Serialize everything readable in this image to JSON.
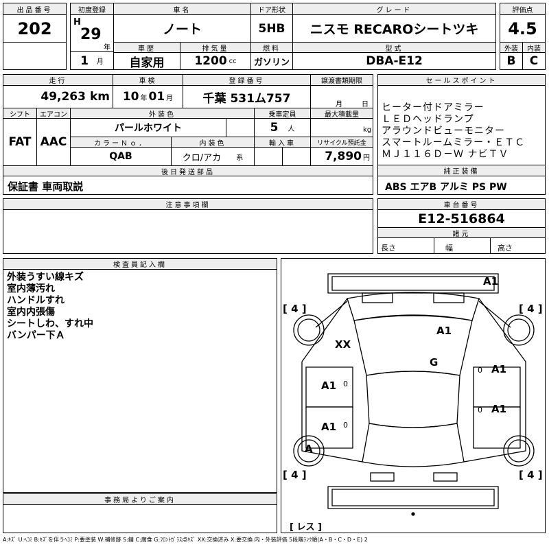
{
  "header": {
    "lot_label": "出品番号",
    "lot": "202",
    "first_reg_label": "初度登録",
    "era": "H",
    "year": "29",
    "year_unit": "年",
    "month": "1",
    "month_unit": "月",
    "car_name_label": "車名",
    "car_name": "ノート",
    "door_label": "ドア形状",
    "door": "5HB",
    "grade_label": "グレード",
    "grade": "ニスモ RECAROシートツキ",
    "score_label": "評価点",
    "score": "4.5",
    "ext_label": "外装",
    "ext": "B",
    "int_label": "内装",
    "int": "C",
    "history_label": "車歴",
    "history": "自家用",
    "displacement_label": "排気量",
    "displacement": "1200",
    "displacement_unit": "cc",
    "fuel_label": "燃料",
    "fuel": "ガソリン",
    "model_label": "型式",
    "model": "DBA-E12"
  },
  "row2": {
    "mileage_label": "走行",
    "mileage": "49,263",
    "mileage_unit": "km",
    "inspection_label": "車検",
    "insp_year": "10",
    "insp_year_unit": "年",
    "insp_month": "01",
    "insp_month_unit": "月",
    "plate_label": "登録番号",
    "plate": "千葉 531ム757",
    "transfer_label": "譲渡書類期限",
    "transfer_month": "月",
    "transfer_day": "日",
    "sales_label": "セールスポイント",
    "sales_points": [
      "ヒーター付ドアミラー",
      "ＬＥＤヘッドランプ",
      "アラウンドビューモニター",
      "スマートルームミラー・ＥＴＣ",
      "ＭＪ１１６Ｄ－Ｗ ナビＴＶ"
    ]
  },
  "row3": {
    "shift_label": "シフト",
    "shift": "FAT",
    "ac_label": "エアコン",
    "ac": "AAC",
    "color_label": "外装色",
    "color": "パールホワイト",
    "capacity_label": "乗車定員",
    "capacity": "5",
    "capacity_unit": "人",
    "load_label": "最大積載量",
    "load_unit": "kg",
    "color_no_label": "カラーＮｏ．",
    "color_no": "QAB",
    "interior_label": "内装色",
    "interior": "クロ/アカ",
    "interior_unit": "系",
    "import_label": "輸入車",
    "recycle_label": "リサイクル預託金",
    "recycle": "7,890",
    "recycle_unit": "円"
  },
  "later_label": "後日発送部品",
  "later": "保証書 車両取説",
  "equip_label": "純正装備",
  "equip": "ABS エアB アルミ PS PW",
  "notes_label": "注意事項欄",
  "chassis_label": "車台番号",
  "chassis": "E12-516864",
  "spec_label": "諸元",
  "length_label": "長さ",
  "width_label": "幅",
  "height_label": "高さ",
  "inspector_label": "検査員記入欄",
  "inspector_notes": [
    "外装うすい線キズ",
    "室内薄汚れ",
    "ハンドルすれ",
    "室内内張傷",
    "シートしわ、すれ中",
    "バンパー下Ａ"
  ],
  "office_label": "事務局よりご案内",
  "diagram": {
    "marks": {
      "front": "A1",
      "roof_left": "XX",
      "roof_right": "A1",
      "glass": "G",
      "left_front": "A1",
      "left_rear": "A1",
      "right_front": "A1",
      "right_rear": "A1",
      "wheel": "A",
      "zero_a": "0",
      "zero_b": "0",
      "zero_c": "0",
      "zero_d": "0"
    },
    "tread": {
      "fl": "[ 4 ]",
      "fr": "[ 4 ]",
      "rl": "[ 4 ]",
      "rr": "[ 4 ]",
      "spare": "[ レス ]"
    }
  },
  "legend": "A:ｷｽﾞ U:ﾍｺﾐ B:ｷｽﾞを伴うﾍｺﾐ P:要塗装 W:補修跡 S:錆 C:腐食 G:ﾌﾛﾝﾄｶﾞﾗｽ点ｷｽﾞ XX:交換済み X:要交換  内・外装評価 5段階ﾗﾝｸ順(A・B・C・D・E) 2"
}
